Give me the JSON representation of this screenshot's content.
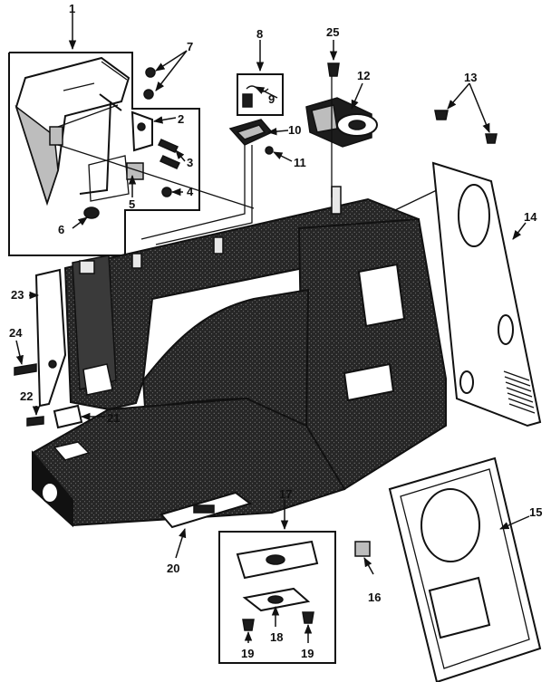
{
  "diagram": {
    "part_numbers": [
      "1",
      "2",
      "3",
      "4",
      "5",
      "6",
      "7",
      "8",
      "9",
      "10",
      "11",
      "12",
      "13",
      "14",
      "15",
      "16",
      "17",
      "18",
      "19",
      "19",
      "20",
      "21",
      "22",
      "23",
      "24",
      "25"
    ]
  }
}
